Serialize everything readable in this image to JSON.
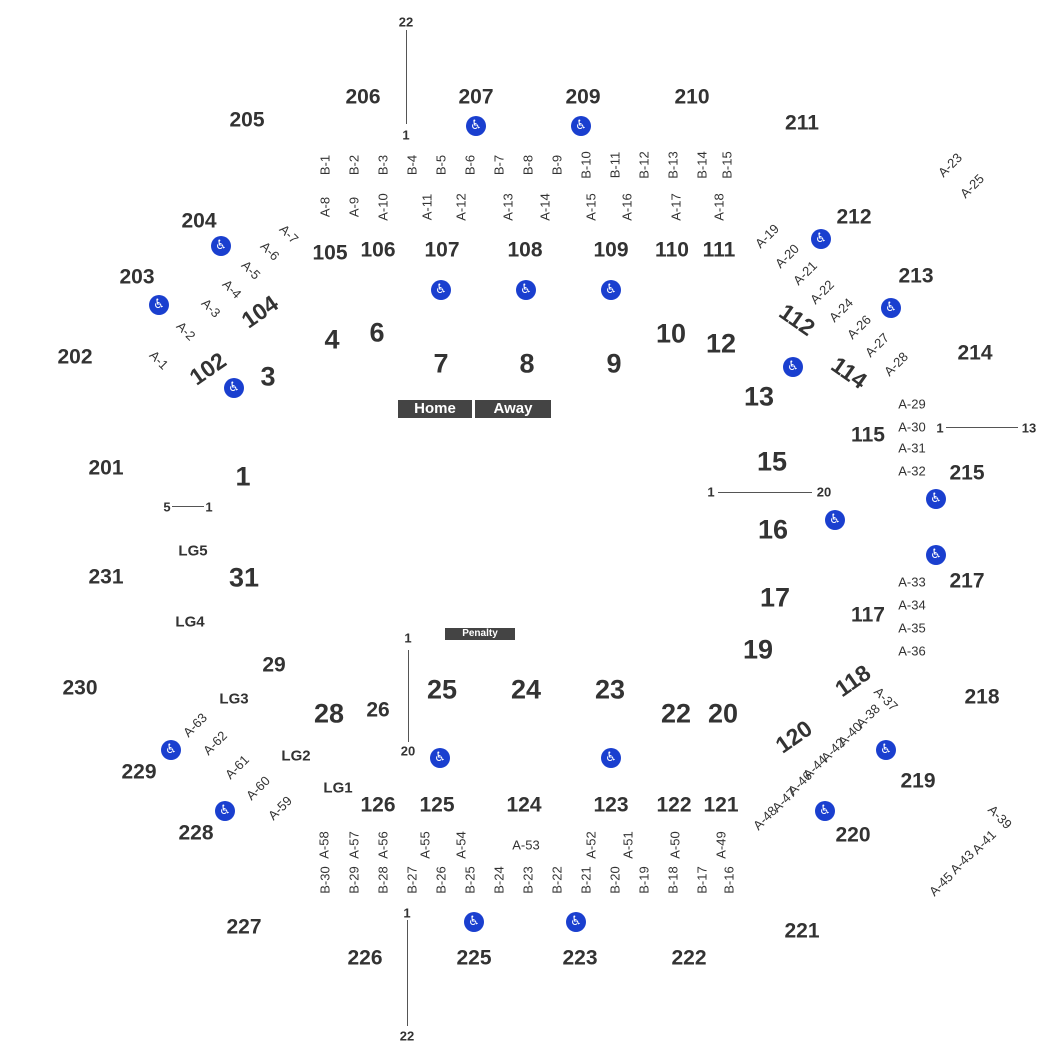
{
  "upper_sections": [
    {
      "id": "s206",
      "label": "206"
    },
    {
      "id": "s207",
      "label": "207"
    },
    {
      "id": "s209",
      "label": "209"
    },
    {
      "id": "s210",
      "label": "210"
    },
    {
      "id": "s205",
      "label": "205"
    },
    {
      "id": "s211",
      "label": "211"
    },
    {
      "id": "s204",
      "label": "204"
    },
    {
      "id": "s212",
      "label": "212"
    },
    {
      "id": "s203",
      "label": "203"
    },
    {
      "id": "s213",
      "label": "213"
    },
    {
      "id": "s202",
      "label": "202"
    },
    {
      "id": "s214",
      "label": "214"
    },
    {
      "id": "s201",
      "label": "201"
    },
    {
      "id": "s215",
      "label": "215"
    },
    {
      "id": "s231",
      "label": "231"
    },
    {
      "id": "s217",
      "label": "217"
    },
    {
      "id": "s230",
      "label": "230"
    },
    {
      "id": "s218",
      "label": "218"
    },
    {
      "id": "s229",
      "label": "229"
    },
    {
      "id": "s219",
      "label": "219"
    },
    {
      "id": "s228",
      "label": "228"
    },
    {
      "id": "s220",
      "label": "220"
    },
    {
      "id": "s227",
      "label": "227"
    },
    {
      "id": "s221",
      "label": "221"
    },
    {
      "id": "s226",
      "label": "226"
    },
    {
      "id": "s225",
      "label": "225"
    },
    {
      "id": "s223",
      "label": "223"
    },
    {
      "id": "s222",
      "label": "222"
    }
  ],
  "lower_sections": [
    {
      "id": "s105",
      "label": "105"
    },
    {
      "id": "s106",
      "label": "106"
    },
    {
      "id": "s107",
      "label": "107"
    },
    {
      "id": "s108",
      "label": "108"
    },
    {
      "id": "s109",
      "label": "109"
    },
    {
      "id": "s110",
      "label": "110"
    },
    {
      "id": "s111",
      "label": "111"
    },
    {
      "id": "s104",
      "label": "104"
    },
    {
      "id": "s102",
      "label": "102"
    },
    {
      "id": "s112",
      "label": "112"
    },
    {
      "id": "s114",
      "label": "114"
    },
    {
      "id": "s115",
      "label": "115"
    },
    {
      "id": "s117",
      "label": "117"
    },
    {
      "id": "s118",
      "label": "118"
    },
    {
      "id": "s120",
      "label": "120"
    },
    {
      "id": "s126",
      "label": "126"
    },
    {
      "id": "s125",
      "label": "125"
    },
    {
      "id": "s124",
      "label": "124"
    },
    {
      "id": "s123",
      "label": "123"
    },
    {
      "id": "s122",
      "label": "122"
    },
    {
      "id": "s121",
      "label": "121"
    }
  ],
  "floor_sections": [
    {
      "id": "f4",
      "label": "4"
    },
    {
      "id": "f6",
      "label": "6"
    },
    {
      "id": "f7",
      "label": "7"
    },
    {
      "id": "f8",
      "label": "8"
    },
    {
      "id": "f9",
      "label": "9"
    },
    {
      "id": "f10",
      "label": "10"
    },
    {
      "id": "f12",
      "label": "12"
    },
    {
      "id": "f3",
      "label": "3"
    },
    {
      "id": "f13",
      "label": "13"
    },
    {
      "id": "f1",
      "label": "1"
    },
    {
      "id": "f15",
      "label": "15"
    },
    {
      "id": "f16",
      "label": "16"
    },
    {
      "id": "f31",
      "label": "31"
    },
    {
      "id": "f17",
      "label": "17"
    },
    {
      "id": "f19",
      "label": "19"
    },
    {
      "id": "f29",
      "label": "29"
    },
    {
      "id": "f28",
      "label": "28"
    },
    {
      "id": "f26",
      "label": "26"
    },
    {
      "id": "f25",
      "label": "25"
    },
    {
      "id": "f24",
      "label": "24"
    },
    {
      "id": "f23",
      "label": "23"
    },
    {
      "id": "f22",
      "label": "22"
    },
    {
      "id": "f20",
      "label": "20"
    }
  ],
  "top_boxes_b": [
    "B-1",
    "B-2",
    "B-3",
    "B-4",
    "B-5",
    "B-6",
    "B-7",
    "B-8",
    "B-9",
    "B-10",
    "B-11",
    "B-12",
    "B-13",
    "B-14",
    "B-15"
  ],
  "top_boxes_a": [
    "A-8",
    "A-9",
    "A-10",
    "A-11",
    "A-12",
    "A-13",
    "A-14",
    "A-15",
    "A-16",
    "A-17",
    "A-18"
  ],
  "bottom_boxes_a": [
    "A-58",
    "A-57",
    "A-56",
    "A-55",
    "A-54",
    "A-52",
    "A-51",
    "A-50",
    "A-49"
  ],
  "bottom_box_a53": "A-53",
  "bottom_boxes_b": [
    "B-30",
    "B-29",
    "B-28",
    "B-27",
    "B-26",
    "B-25",
    "B-24",
    "B-23",
    "B-22",
    "B-21",
    "B-20",
    "B-19",
    "B-18",
    "B-17",
    "B-16"
  ],
  "left_boxes": [
    "A-7",
    "A-6",
    "A-5",
    "A-4",
    "A-3",
    "A-2",
    "A-1"
  ],
  "right_top_boxes": [
    "A-19",
    "A-20",
    "A-21",
    "A-22",
    "A-24",
    "A-26",
    "A-27",
    "A-28"
  ],
  "far_right_top": [
    "A-23",
    "A-25"
  ],
  "right_mid_boxes": [
    "A-29",
    "A-30",
    "A-31",
    "A-32",
    "A-33",
    "A-34",
    "A-35",
    "A-36"
  ],
  "right_bottom_boxes": [
    "A-37",
    "A-38",
    "A-40",
    "A-42",
    "A-44",
    "A-46",
    "A-47",
    "A-48"
  ],
  "far_right_bottom": [
    "A-39",
    "A-41",
    "A-43",
    "A-45"
  ],
  "left_bottom_boxes": [
    "A-63",
    "A-62",
    "A-61",
    "A-60",
    "A-59"
  ],
  "loge": [
    "LG5",
    "LG4",
    "LG3",
    "LG2",
    "LG1"
  ],
  "benches": {
    "home": "Home",
    "away": "Away",
    "penalty": "Penalty"
  },
  "row_markers": {
    "top_line_top": "22",
    "top_line_bottom": "1",
    "bottom_line_top": "1",
    "bottom_line_bottom": "22",
    "left_row_a": "5",
    "left_row_b": "1",
    "mid_row_a": "1",
    "mid_row_b": "20",
    "right_row_a": "1",
    "right_row_b": "13",
    "floor_left_line_top": "1",
    "floor_left_line_bottom": "20"
  },
  "accessible_icon": "wheelchair-icon",
  "colors": {
    "text": "#333333",
    "accessible": "#1a3fcf",
    "bench": "#444444"
  }
}
